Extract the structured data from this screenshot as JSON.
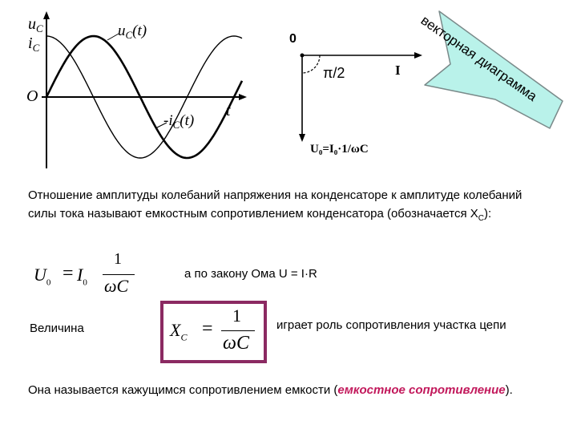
{
  "graph": {
    "y_label_u": "u",
    "y_label_u_sub": "C",
    "y_label_i": "i",
    "y_label_i_sub": "C",
    "origin": "O",
    "x_label": "t",
    "curve_u_label": "u",
    "curve_u_sub": "C",
    "curve_u_arg": "(t)",
    "curve_i_label": "i",
    "curve_i_sub": "C",
    "curve_i_arg": "(t)"
  },
  "vector_diagram": {
    "zero_label": "0",
    "angle_label": "π/2",
    "current_label": "I",
    "voltage_label": "U₀=I₀·1/ωC",
    "callout_text": "векторная диаграмма"
  },
  "colors": {
    "callout_fill": "#b9f2ea",
    "callout_border": "#7a8a8a",
    "frame_border": "#8b2a62",
    "emphasis": "#c2185b"
  },
  "text": {
    "paragraph1_main": "Отношение амплитуды колебаний напряжения на конденсаторе к амплитуде колебаний силы тока называют емкостным сопротивлением конденсатора (обозначается X",
    "paragraph1_sub": "C",
    "paragraph1_end": "):",
    "ohm_law": "а по закону Ома U = I·R",
    "magnitude_label": "Величина",
    "role_text": "играет роль сопротивления участка цепи",
    "final_main": "Она называется кажущимся сопротивлением  емкости (",
    "final_emph": "емкостное сопротивление",
    "final_end": ")."
  },
  "formula1": {
    "lhs": "U",
    "lhs_sub": "0",
    "equals": "=",
    "rhs": "I",
    "rhs_sub": "0",
    "numerator": "1",
    "denominator": "ωC"
  },
  "formula2": {
    "lhs": "X",
    "lhs_sub": "C",
    "equals": "=",
    "numerator": "1",
    "denominator": "ωC"
  }
}
